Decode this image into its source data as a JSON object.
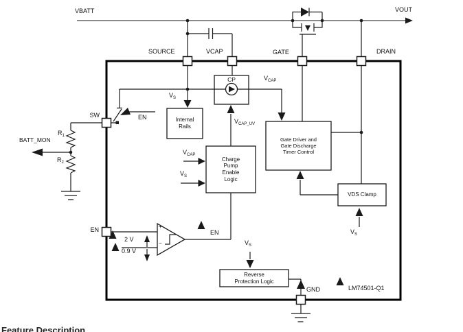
{
  "diagram": {
    "part_number": "LM74501-Q1",
    "colors": {
      "wire": "#1a1a1a",
      "background": "#ffffff"
    },
    "external": {
      "vbatt": "VBATT",
      "vout": "VOUT",
      "batt_mon": "BATT_MON",
      "gnd": "GND",
      "footer_text": "Feature Description"
    },
    "pins": {
      "source": "SOURCE",
      "vcap": "VCAP",
      "gate": "GATE",
      "drain": "DRAIN",
      "sw": "SW",
      "en": "EN"
    },
    "signals": {
      "vs": {
        "base": "V",
        "sub": "S"
      },
      "vcap": {
        "base": "V",
        "sub": "CAP"
      },
      "vcap_uv": {
        "base": "V",
        "sub": "CAP_UV"
      },
      "r1": {
        "base": "R",
        "sub": "1"
      },
      "r2": {
        "base": "R",
        "sub": "2"
      },
      "en": "EN",
      "rising_threshold": "2 V",
      "falling_threshold": "0.9 V",
      "plus": "+",
      "minus": "−"
    },
    "blocks": {
      "cp": "CP",
      "internal_rails": [
        "Internal",
        "Rails"
      ],
      "charge_pump": [
        "Charge",
        "Pump",
        "Enable",
        "Logic"
      ],
      "gate_driver": [
        "Gate Driver and",
        "Gate Discharge",
        "Timer Control"
      ],
      "vds_clamp": [
        "VDS Clamp"
      ],
      "reverse_protection": [
        "Reverse",
        "Protection Logic"
      ]
    }
  }
}
